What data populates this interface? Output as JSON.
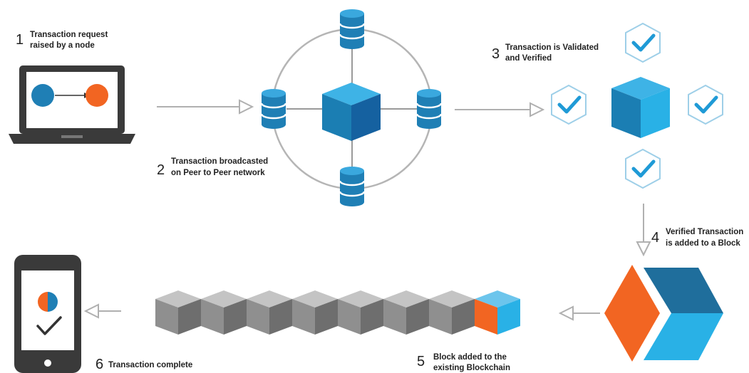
{
  "steps": [
    {
      "num": "1",
      "line1": "Transaction request",
      "line2": "raised by a node"
    },
    {
      "num": "2",
      "line1": "Transaction broadcasted",
      "line2": "on Peer to Peer network"
    },
    {
      "num": "3",
      "line1": "Transaction is Validated",
      "line2": "and Verified"
    },
    {
      "num": "4",
      "line1": "Verified Transaction",
      "line2": "is added to a Block"
    },
    {
      "num": "5",
      "line1": "Block added to the",
      "line2": "existing Blockchain"
    },
    {
      "num": "6",
      "line1": "Transaction complete",
      "line2": ""
    }
  ],
  "colors": {
    "blue": "#1f7fb5",
    "light_blue": "#29b1e6",
    "orange": "#f26522",
    "dark_gray": "#3a3a3a",
    "chain_gray": "#9a9a9a",
    "arrow_gray": "#b0b0b0"
  }
}
